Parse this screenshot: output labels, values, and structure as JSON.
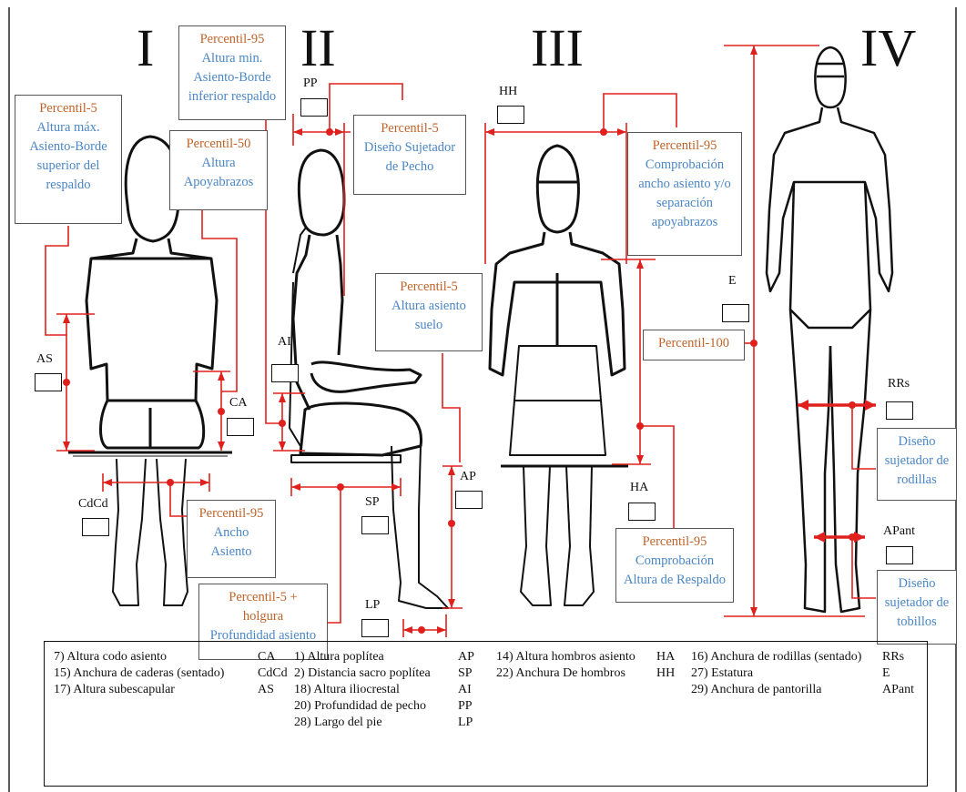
{
  "figures": {
    "I": "I",
    "II": "II",
    "III": "III",
    "IV": "IV"
  },
  "notes": {
    "n1": {
      "pct": "Percentil-5",
      "desc": [
        "Altura máx.",
        "Asiento-Borde",
        "superior del",
        "respaldo"
      ]
    },
    "n2": {
      "pct": "Percentil-95",
      "desc": [
        "Altura min.",
        "Asiento-Borde",
        "inferior respaldo"
      ]
    },
    "n3": {
      "pct": "Percentil-50",
      "desc": [
        "Altura",
        "Apoyabrazos"
      ]
    },
    "n4": {
      "pct": "Percentil-5",
      "desc": [
        "Diseño Sujetador",
        "de Pecho"
      ]
    },
    "n5": {
      "pct": "Percentil-95",
      "desc": [
        "Comprobación",
        "ancho asiento y/o",
        "separación",
        "apoyabrazos"
      ]
    },
    "n6": {
      "pct": "Percentil-5",
      "desc": [
        "Altura asiento",
        "suelo"
      ]
    },
    "n7": {
      "pct": "Percentil-100",
      "desc": []
    },
    "n8": {
      "pct": "Percentil-95",
      "desc": [
        "Ancho",
        "Asiento"
      ]
    },
    "n9": {
      "pct": "Percentil-5 +",
      "pct2": "holgura",
      "desc": [
        "Profundidad asiento"
      ]
    },
    "n10": {
      "pct": "Percentil-95",
      "desc": [
        "Comprobación",
        "Altura de Respaldo"
      ]
    },
    "n11": {
      "pct": "",
      "desc": [
        "Diseño",
        "sujetador de",
        "rodillas"
      ]
    },
    "n12": {
      "pct": "",
      "desc": [
        "Diseño",
        "sujetador de",
        "tobillos"
      ]
    }
  },
  "abbreviations": {
    "PP": "PP",
    "HH": "HH",
    "AS": "AS",
    "CA": "CA",
    "AI": "AI",
    "CdCd": "CdCd",
    "AP": "AP",
    "SP": "SP",
    "LP": "LP",
    "HA": "HA",
    "E": "E",
    "RRs": "RRs",
    "APant": "APant"
  },
  "legend": {
    "col1": [
      {
        "label": "7)   Altura codo asiento",
        "code": "CA"
      },
      {
        "label": "15) Anchura de caderas (sentado)",
        "code": "CdCd"
      },
      {
        "label": "17) Altura subescapular",
        "code": "AS"
      }
    ],
    "col2": [
      {
        "label": "1)  Altura poplítea",
        "code": "AP"
      },
      {
        "label": "2)  Distancia sacro poplítea",
        "code": "SP"
      },
      {
        "label": "18) Altura iliocrestal",
        "code": "AI"
      },
      {
        "label": "20) Profundidad de pecho",
        "code": "PP"
      },
      {
        "label": "28) Largo del pie",
        "code": "LP"
      }
    ],
    "col3": [
      {
        "label": "14) Altura hombros asiento",
        "code": "HA"
      },
      {
        "label": "22)  Anchura De hombros",
        "code": "HH"
      }
    ],
    "col4": [
      {
        "label": "16)  Anchura de rodillas (sentado)",
        "code": "RRs"
      },
      {
        "label": "27)  Estatura",
        "code": "E"
      },
      {
        "label": "29)  Anchura de pantorilla",
        "code": "APant"
      }
    ]
  },
  "colors": {
    "measure": "#e0201c",
    "percentile": "#c0632a",
    "description": "#4a86c5",
    "outline": "#111111"
  }
}
